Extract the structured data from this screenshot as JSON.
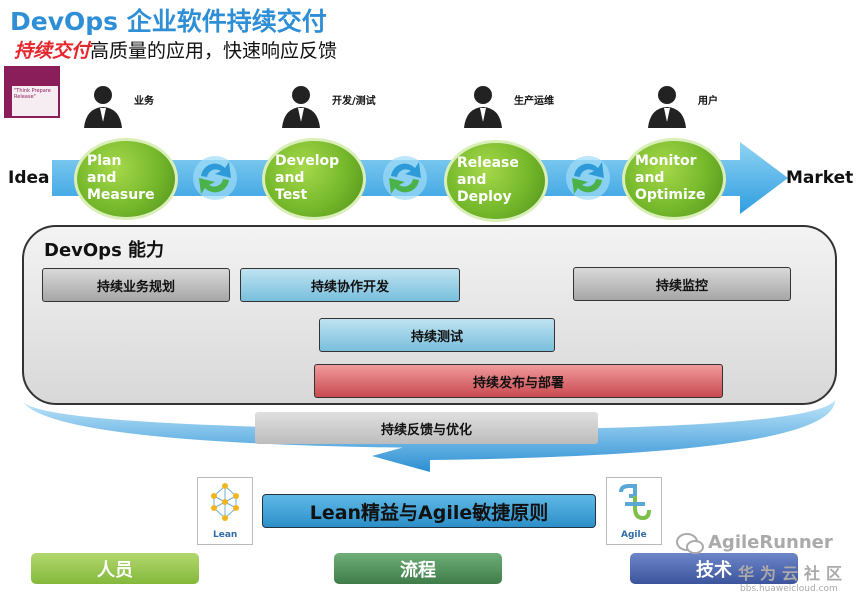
{
  "header": {
    "title": "DevOps 企业软件持续交付",
    "subtitle_highlight": "持续交付",
    "subtitle_rest": "高质量的应用，快速响应反馈"
  },
  "logo": {
    "text": "\"Think Prepare Release\"",
    "color": "#8a1e5a"
  },
  "flow": {
    "start_label": "Idea",
    "end_label": "Market",
    "roles": [
      "业务",
      "开发/测试",
      "生产运维",
      "用户"
    ],
    "stages": [
      [
        "Plan",
        "and",
        "Measure"
      ],
      [
        "Develop",
        "and",
        "Test"
      ],
      [
        "Release",
        "and",
        "Deploy"
      ],
      [
        "Monitor",
        "and",
        "Optimize"
      ]
    ]
  },
  "capabilities": {
    "title": "DevOps 能力",
    "items": [
      "持续业务规划",
      "持续协作开发",
      "持续监控",
      "持续测试",
      "持续发布与部署"
    ],
    "feedback": "持续反馈与优化"
  },
  "principle": {
    "text": "Lean精益与Agile敏捷原则",
    "lean_label": "Lean",
    "agile_label": "Agile"
  },
  "pillars": [
    "人员",
    "流程",
    "技术"
  ],
  "watermark": {
    "brand": "AgileRunner",
    "site": "华为云社区",
    "url": "bbs.huaweicloud.com"
  },
  "colors": {
    "accent": "#2f8fd6",
    "highlight": "#e4262d",
    "stage_green": "#75b82b",
    "pillar_people": "#93c64a",
    "pillar_process": "#4f8f5a",
    "pillar_tech": "#4a62a8"
  }
}
